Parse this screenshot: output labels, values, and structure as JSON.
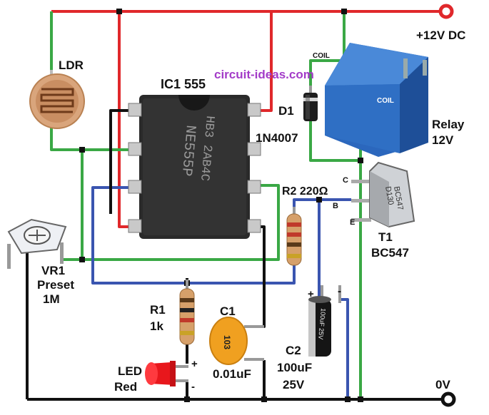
{
  "supply": {
    "positive": "+12V DC",
    "ground": "0V"
  },
  "watermark": "circuit-ideas.com",
  "components": {
    "ldr": {
      "label": "LDR"
    },
    "ic": {
      "label": "IC1 555",
      "marking1": "NE555P",
      "marking2": "HB3 2AB4C"
    },
    "diode": {
      "label": "D1",
      "part": "1N4007"
    },
    "relay": {
      "label": "Relay",
      "rating": "12V",
      "coil_left": "COIL",
      "coil_right": "COIL"
    },
    "r2": {
      "label": "R2 220Ω"
    },
    "transistor": {
      "label": "T1",
      "part": "BC547",
      "pin_c": "C",
      "pin_b": "B",
      "pin_e": "E",
      "body1": "BC547",
      "body2": "D130"
    },
    "preset": {
      "label1": "VR1",
      "label2": "Preset",
      "label3": "1M"
    },
    "r1": {
      "label1": "R1",
      "label2": "1k"
    },
    "c1": {
      "label": "C1",
      "value": "0.01uF",
      "code": "103"
    },
    "c2": {
      "label": "C2",
      "value1": "100uF",
      "value2": "25V",
      "plus": "+",
      "minus": "-",
      "body": "100uF 25V"
    },
    "led": {
      "label1": "LED",
      "label2": "Red",
      "plus": "+",
      "minus": "-"
    }
  },
  "colors": {
    "positive_wire": "#e0282b",
    "ground_wire": "#111111",
    "green_wire": "#3aa845",
    "blue_wire": "#3a55b0",
    "watermark": "#a33cc8",
    "relay_body": "#2f6fc4"
  }
}
